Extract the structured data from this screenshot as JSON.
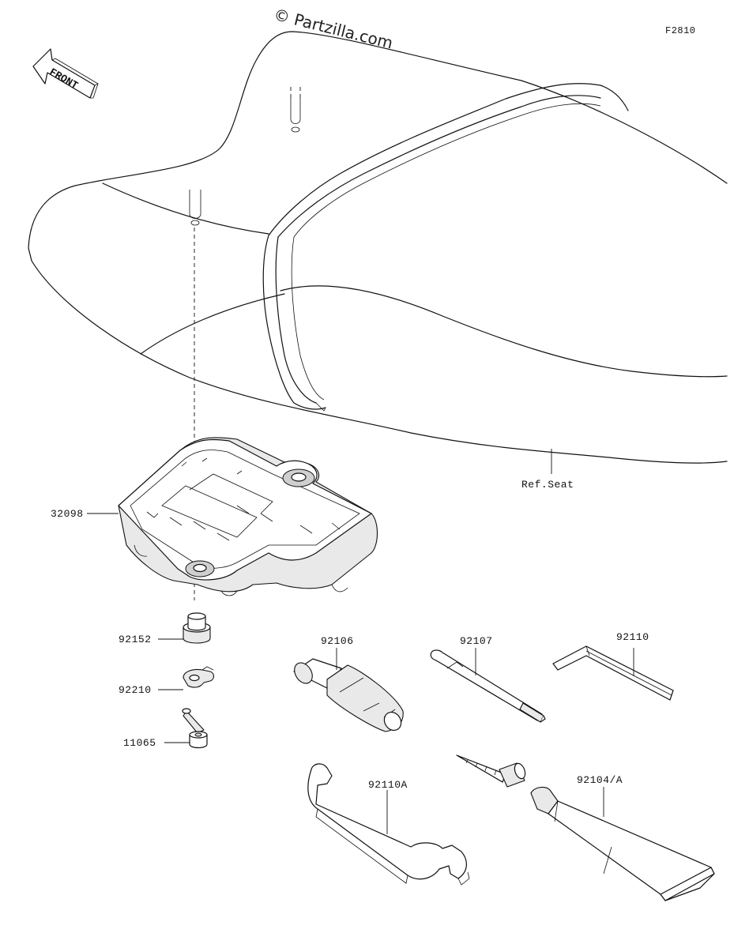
{
  "diagram": {
    "figure_code": "F2810",
    "watermark": "© Partzilla.com",
    "front_arrow_label": "FRONT",
    "reference_label": "Ref.Seat",
    "parts": [
      {
        "number": "32098"
      },
      {
        "number": "92152"
      },
      {
        "number": "92210"
      },
      {
        "number": "11065"
      },
      {
        "number": "92106"
      },
      {
        "number": "92107"
      },
      {
        "number": "92110"
      },
      {
        "number": "92110A"
      },
      {
        "number": "92104/A"
      }
    ]
  }
}
